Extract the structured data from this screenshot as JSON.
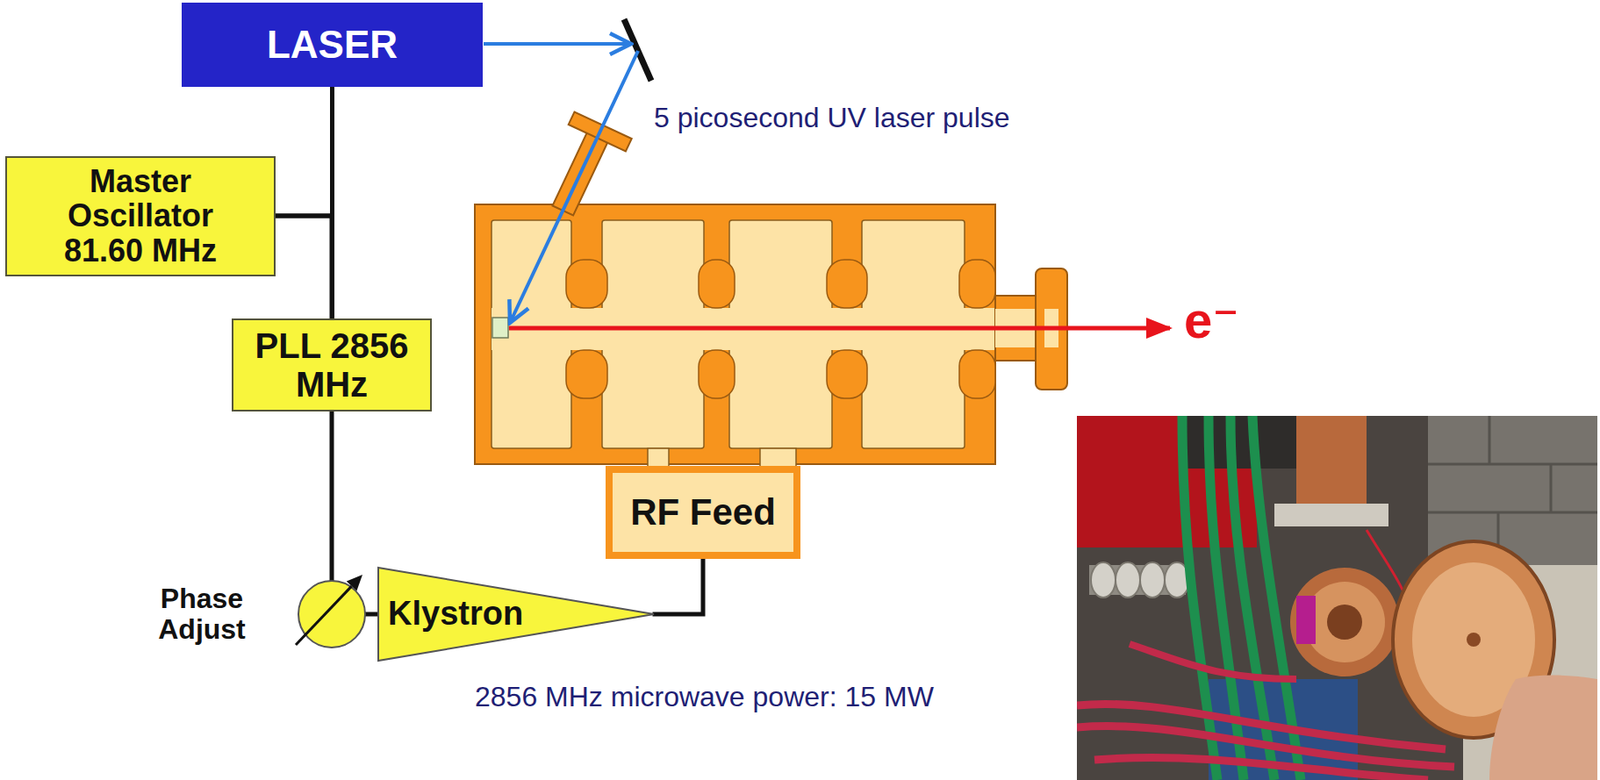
{
  "diagram": {
    "nodes": [
      {
        "text": [
          "LASER"
        ]
      },
      {
        "text": [
          "Master Oscillator 81.60 MHz"
        ]
      },
      {
        "text": [
          "PLL 2856 MHz"
        ]
      },
      {
        "text": [
          "RF Feed"
        ]
      },
      {
        "text": [
          "Phase Adjust"
        ]
      },
      {
        "text": [
          "Klystron"
        ]
      }
    ],
    "edges": [
      {
        "from": 0,
        "to": 2,
        "arrow": "none"
      },
      {
        "from": 1,
        "to": 0,
        "arrow": "none"
      },
      {
        "from": 1,
        "to": 2,
        "arrow": "none"
      },
      {
        "from": 2,
        "to": 4,
        "arrow": "none"
      },
      {
        "from": 4,
        "to": 5,
        "arrow": "none"
      },
      {
        "from": 5,
        "to": 3,
        "arrow": "none"
      }
    ],
    "labels": [
      "5 picosecond UV laser pulse",
      "e⁻",
      "2856 MHz microwave power: 15 MW"
    ]
  }
}
